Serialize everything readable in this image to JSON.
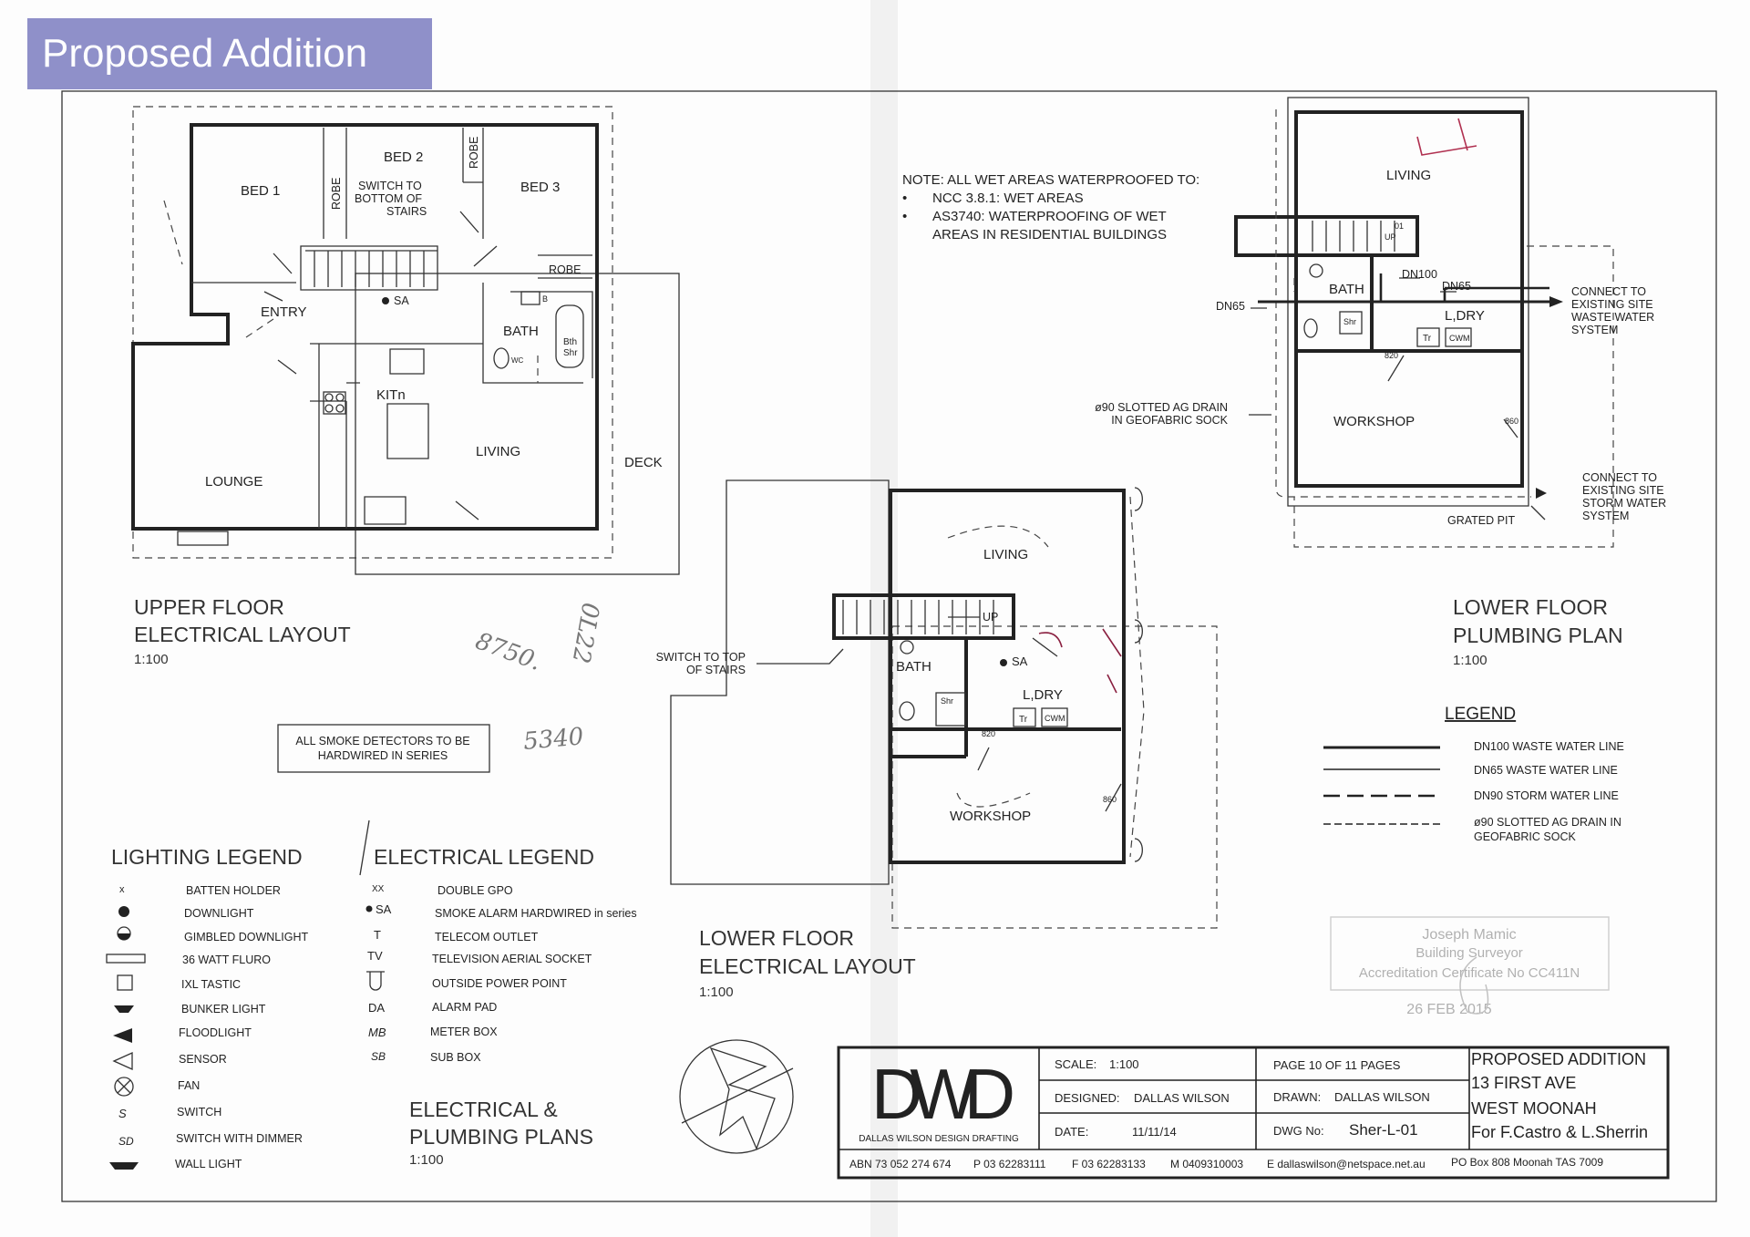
{
  "banner": "Proposed Addition",
  "upper_plan": {
    "title_line1": "UPPER FLOOR",
    "title_line2": "ELECTRICAL LAYOUT",
    "scale": "1:100",
    "rooms": {
      "bed1": "BED 1",
      "bed2": "BED 2",
      "bed3": "BED 3",
      "robe1": "ROBE",
      "robe2": "ROBE",
      "robe3": "ROBE",
      "entry": "ENTRY",
      "bath": "BATH",
      "kitchen": "KITn",
      "living": "LIVING",
      "lounge": "LOUNGE",
      "deck": "DECK"
    },
    "switch_note_l1": "SWITCH  TO",
    "switch_note_l2": "BOTTOM  OF",
    "switch_note_l3": "STAIRS",
    "smoke_label": "SA",
    "bath_shr_l1": "Bth",
    "bath_shr_l2": "Shr",
    "wc": "WC",
    "basin": "B"
  },
  "smoke_note_l1": "ALL  SMOKE  DETECTORS  TO  BE",
  "smoke_note_l2": "HARDWIRED  IN  SERIES",
  "handwritten": [
    "8750.",
    "0L22",
    "5340"
  ],
  "lighting_legend": {
    "title": "LIGHTING LEGEND",
    "items": [
      "BATTEN  HOLDER",
      "DOWNLIGHT",
      "GIMBLED  DOWNLIGHT",
      "36  WATT  FLURO",
      "IXL  TASTIC",
      "BUNKER  LIGHT",
      "FLOODLIGHT",
      "SENSOR",
      "FAN",
      "SWITCH",
      "SWITCH  WITH  DIMMER",
      "WALL  LIGHT"
    ]
  },
  "electrical_legend": {
    "title": "ELECTRICAL LEGEND",
    "items": [
      {
        "symbol": "XX",
        "label": "DOUBLE  GPO"
      },
      {
        "symbol": "SA",
        "label": "SMOKE  ALARM  HARDWIRED  in  series"
      },
      {
        "symbol": "T",
        "label": "TELECOM  OUTLET"
      },
      {
        "symbol": "TV",
        "label": "TELEVISION  AERIAL  SOCKET"
      },
      {
        "symbol": "",
        "label": "OUTSIDE  POWER  POINT"
      },
      {
        "symbol": "DA",
        "label": "ALARM  PAD"
      },
      {
        "symbol": "MB",
        "label": "METER  BOX"
      },
      {
        "symbol": "SB",
        "label": "SUB  BOX"
      }
    ]
  },
  "sheet_title": {
    "line1": "ELECTRICAL &",
    "line2": "PLUMBING PLANS",
    "scale": "1:100"
  },
  "lower_elec": {
    "title_line1": "LOWER FLOOR",
    "title_line2": "ELECTRICAL LAYOUT",
    "scale": "1:100",
    "living": "LIVING",
    "bath": "BATH",
    "laundry": "L,DRY",
    "workshop": "WORKSHOP",
    "switch_note_l1": "SWITCH  TO  TOP",
    "switch_note_l2": "OF  STAIRS",
    "up": "UP",
    "dim1": "820",
    "dim2": "860",
    "tr": "Tr",
    "cwm": "CWM",
    "shr": "Shr",
    "sa": "SA"
  },
  "note": {
    "l1": "NOTE:  ALL  WET  AREAS  WATERPROOFED  TO:",
    "l2": "NCC  3.8.1:  WET  AREAS",
    "l3": "AS3740:  WATERPROOFING  OF  WET",
    "l4": "AREAS  IN  RESIDENTIAL  BUILDINGS"
  },
  "lower_plumb": {
    "title_line1": "LOWER FLOOR",
    "title_line2": "PLUMBING PLAN",
    "scale": "1:100",
    "living": "LIVING",
    "bath": "BATH",
    "laundry": "L,DRY",
    "workshop": "WORKSHOP",
    "dn100": "DN100",
    "dn65a": "DN65",
    "dn65b": "DN65",
    "up": "UP",
    "n01": "01",
    "dim1": "820",
    "dim2": "860",
    "agdrain_l1": "ø90  SLOTTED  AG  DRAIN",
    "agdrain_l2": "IN  GEOFABRIC  SOCK",
    "waste_l1": "CONNECT  TO",
    "waste_l2": "EXISTING  SITE",
    "waste_l3": "WASTE  WATER",
    "waste_l4": "SYSTEM",
    "storm_l1": "CONNECT  TO",
    "storm_l2": "EXISTING  SITE",
    "storm_l3": "STORM  WATER",
    "storm_l4": "SYSTEM",
    "grated_pit": "GRATED  PIT",
    "tr": "Tr",
    "cwm": "CWM",
    "shr": "Shr"
  },
  "plumb_legend": {
    "title": "LEGEND",
    "items": [
      "DN100  WASTE  WATER  LINE",
      "DN65  WASTE  WATER  LINE",
      "DN90  STORM  WATER  LINE",
      "ø90  SLOTTED  AG  DRAIN  IN",
      "GEOFABRIC  SOCK"
    ]
  },
  "stamp": {
    "l1": "Joseph Mamic",
    "l2": "Building Surveyor",
    "l3": "Accreditation Certificate No CC411N",
    "date": "26 FEB 2015"
  },
  "title_block": {
    "logo": "DWD",
    "logo_caption": "DALLAS WILSON DESIGN DRAFTING",
    "scale_label": "SCALE:",
    "scale_value": "1:100",
    "designed_label": "DESIGNED:",
    "designed_value": "DALLAS  WILSON",
    "date_label": "DATE:",
    "date_value": "11/11/14",
    "page_value": "PAGE  10  OF  11  PAGES",
    "drawn_label": "DRAWN:",
    "drawn_value": "DALLAS  WILSON",
    "dwg_label": "DWG  No:",
    "dwg_value": "Sher-L-01",
    "project_l1": "PROPOSED ADDITION",
    "project_l2": "13 FIRST AVE",
    "project_l3": "WEST MOONAH",
    "project_l4": "For F.Castro & L.Sherrin",
    "abn": "ABN 73 052 274 674",
    "phone": "P  03 62283111",
    "fax": "F  03 62283133",
    "mobile": "M  0409310003",
    "email": "E  dallaswilson@netspace.net.au",
    "po": "PO Box 808 Moonah TAS 7009"
  }
}
